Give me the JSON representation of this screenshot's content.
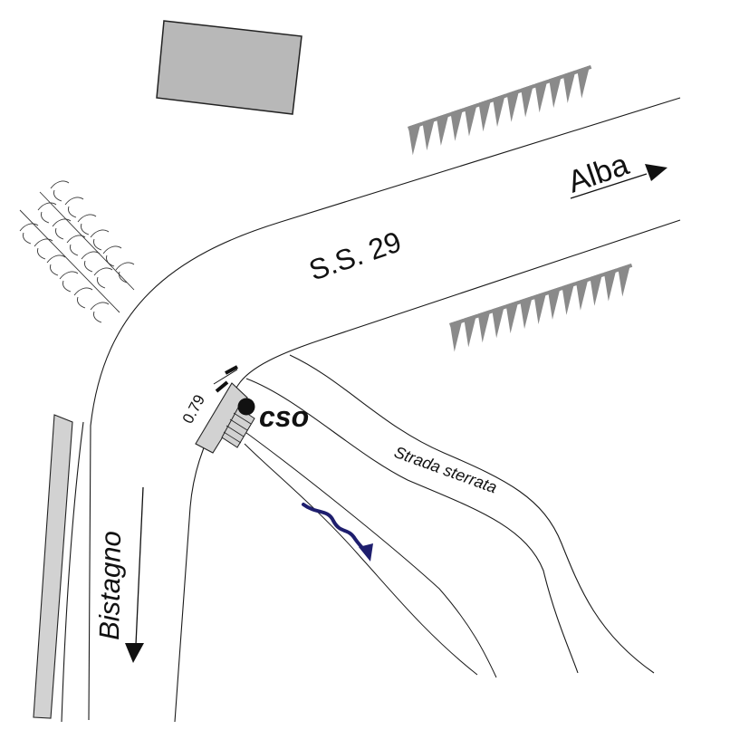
{
  "map": {
    "labels": {
      "road": "S.S. 29",
      "direction_east": "Alba",
      "direction_south": "Bistagno",
      "track": "Strada sterrata",
      "outfall": "cso",
      "dimension": "0.79"
    },
    "colors": {
      "building": "#b8b8b8",
      "building_outline": "#222222",
      "hedge": "#8a8a8a",
      "flow_arrow": "#1e1e6e",
      "line": "#1a1a1a",
      "rail": "#d2d2d2",
      "outfall_point": "#111111"
    },
    "symbols": [
      "building",
      "tree-row-north",
      "tree-row-south",
      "grass-marsh",
      "guardrail",
      "culvert",
      "outfall-point",
      "flow-direction-arrow",
      "direction-arrow-east",
      "direction-arrow-south"
    ]
  }
}
